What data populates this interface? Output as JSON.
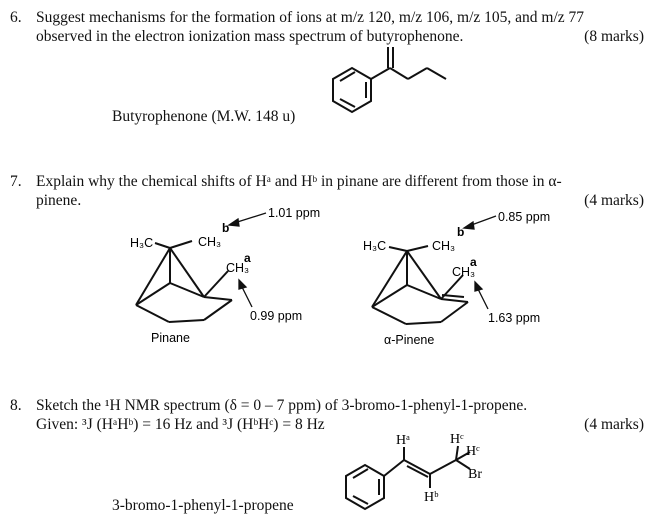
{
  "q6": {
    "number": "6.",
    "line1": "Suggest mechanisms for the formation of ions at m/z 120, m/z 106, m/z 105, and m/z 77",
    "line2": "observed in the electron ionization mass spectrum of butyrophenone.",
    "marks": "(8 marks)",
    "compound_label": "Butyrophenone (M.W. 148 u)"
  },
  "q7": {
    "number": "7.",
    "line1": "Explain why the chemical shifts of Hᵃ and Hᵇ in pinane are different from those in α-",
    "line2": "pinene.",
    "marks": "(4 marks)",
    "pinane": {
      "name": "Pinane",
      "b_shift": "1.01 ppm",
      "a_shift": "0.99 ppm"
    },
    "apinene": {
      "name": "α-Pinene",
      "b_shift": "0.85 ppm",
      "a_shift": "1.63 ppm"
    },
    "h3c": "H₃C",
    "ch3": "CH₃",
    "a": "a",
    "b": "b"
  },
  "q8": {
    "number": "8.",
    "line1": "Sketch the ¹H NMR spectrum (δ = 0 – 7 ppm) of 3-bromo-1-phenyl-1-propene.",
    "line2": "Given: ³J (HᵃHᵇ) = 16 Hz and ³J (HᵇHᶜ) = 8 Hz",
    "marks": "(4 marks)",
    "compound_label": "3-bromo-1-phenyl-1-propene",
    "ha": "Hᵃ",
    "hb": "Hᵇ",
    "hc": "Hᶜ",
    "br": "Br"
  }
}
